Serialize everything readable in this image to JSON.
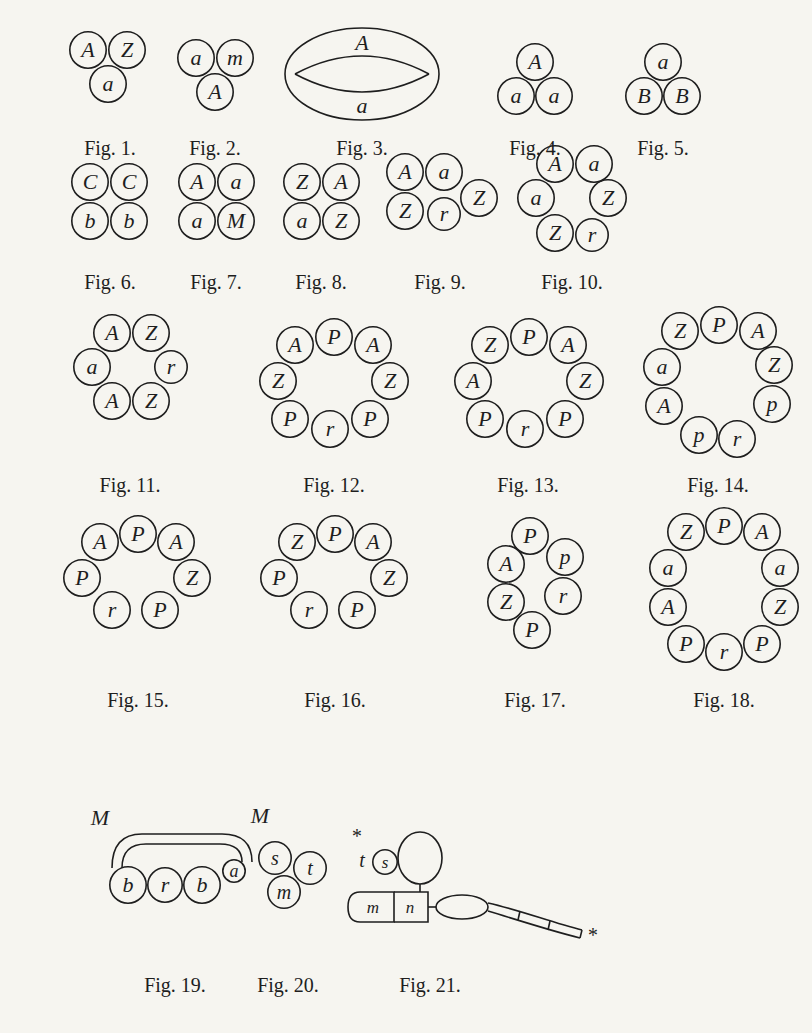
{
  "diagram": {
    "nodes": [
      {
        "text": [
          "A"
        ]
      },
      {
        "text": [
          "Z"
        ]
      },
      {
        "text": [
          "a"
        ]
      },
      {
        "text": [
          "a"
        ]
      },
      {
        "text": [
          "m"
        ]
      },
      {
        "text": [
          "A"
        ]
      },
      {
        "text": [
          "A"
        ]
      },
      {
        "text": [
          "a"
        ]
      },
      {
        "text": [
          "A"
        ]
      },
      {
        "text": [
          "a"
        ]
      },
      {
        "text": [
          "a"
        ]
      },
      {
        "text": [
          "a"
        ]
      },
      {
        "text": [
          "B"
        ]
      },
      {
        "text": [
          "B"
        ]
      },
      {
        "text": [
          "C"
        ]
      },
      {
        "text": [
          "C"
        ]
      },
      {
        "text": [
          "b"
        ]
      },
      {
        "text": [
          "b"
        ]
      },
      {
        "text": [
          "A"
        ]
      },
      {
        "text": [
          "a"
        ]
      },
      {
        "text": [
          "a"
        ]
      },
      {
        "text": [
          "M"
        ]
      },
      {
        "text": [
          "Z"
        ]
      },
      {
        "text": [
          "A"
        ]
      },
      {
        "text": [
          "a"
        ]
      },
      {
        "text": [
          "Z"
        ]
      },
      {
        "text": [
          "A"
        ]
      },
      {
        "text": [
          "a"
        ]
      },
      {
        "text": [
          "Z"
        ]
      },
      {
        "text": [
          "Z"
        ]
      },
      {
        "text": [
          "r"
        ]
      },
      {
        "text": [
          "A"
        ]
      },
      {
        "text": [
          "a"
        ]
      },
      {
        "text": [
          "a"
        ]
      },
      {
        "text": [
          "Z"
        ]
      },
      {
        "text": [
          "Z"
        ]
      },
      {
        "text": [
          "r"
        ]
      },
      {
        "text": [
          "A"
        ]
      },
      {
        "text": [
          "Z"
        ]
      },
      {
        "text": [
          "a"
        ]
      },
      {
        "text": [
          "r"
        ]
      },
      {
        "text": [
          "A"
        ]
      },
      {
        "text": [
          "Z"
        ]
      },
      {
        "text": [
          "A"
        ]
      },
      {
        "text": [
          "P"
        ]
      },
      {
        "text": [
          "A"
        ]
      },
      {
        "text": [
          "Z"
        ]
      },
      {
        "text": [
          "Z"
        ]
      },
      {
        "text": [
          "P"
        ]
      },
      {
        "text": [
          "r"
        ]
      },
      {
        "text": [
          "P"
        ]
      },
      {
        "text": [
          "Z"
        ]
      },
      {
        "text": [
          "P"
        ]
      },
      {
        "text": [
          "A"
        ]
      },
      {
        "text": [
          "A"
        ]
      },
      {
        "text": [
          "Z"
        ]
      },
      {
        "text": [
          "P"
        ]
      },
      {
        "text": [
          "r"
        ]
      },
      {
        "text": [
          "P"
        ]
      },
      {
        "text": [
          "Z"
        ]
      },
      {
        "text": [
          "P"
        ]
      },
      {
        "text": [
          "A"
        ]
      },
      {
        "text": [
          "a"
        ]
      },
      {
        "text": [
          "Z"
        ]
      },
      {
        "text": [
          "A"
        ]
      },
      {
        "text": [
          "p"
        ]
      },
      {
        "text": [
          "p"
        ]
      },
      {
        "text": [
          "r"
        ]
      },
      {
        "text": [
          "A"
        ]
      },
      {
        "text": [
          "P"
        ]
      },
      {
        "text": [
          "A"
        ]
      },
      {
        "text": [
          "P"
        ]
      },
      {
        "text": [
          "Z"
        ]
      },
      {
        "text": [
          "r"
        ]
      },
      {
        "text": [
          "P"
        ]
      },
      {
        "text": [
          "Z"
        ]
      },
      {
        "text": [
          "P"
        ]
      },
      {
        "text": [
          "A"
        ]
      },
      {
        "text": [
          "P"
        ]
      },
      {
        "text": [
          "Z"
        ]
      },
      {
        "text": [
          "r"
        ]
      },
      {
        "text": [
          "P"
        ]
      },
      {
        "text": [
          "P"
        ]
      },
      {
        "text": [
          "A"
        ]
      },
      {
        "text": [
          "p"
        ]
      },
      {
        "text": [
          "Z"
        ]
      },
      {
        "text": [
          "r"
        ]
      },
      {
        "text": [
          "P"
        ]
      },
      {
        "text": [
          "Z"
        ]
      },
      {
        "text": [
          "P"
        ]
      },
      {
        "text": [
          "A"
        ]
      },
      {
        "text": [
          "a"
        ]
      },
      {
        "text": [
          "a"
        ]
      },
      {
        "text": [
          "A"
        ]
      },
      {
        "text": [
          "Z"
        ]
      },
      {
        "text": [
          "P"
        ]
      },
      {
        "text": [
          "r"
        ]
      },
      {
        "text": [
          "P"
        ]
      },
      {
        "text": [
          "M",
          "M"
        ]
      },
      {
        "text": [
          "b"
        ]
      },
      {
        "text": [
          "r"
        ]
      },
      {
        "text": [
          "b"
        ]
      },
      {
        "text": [
          "a"
        ]
      },
      {
        "text": [
          "s"
        ]
      },
      {
        "text": [
          "t"
        ]
      },
      {
        "text": [
          "m"
        ]
      },
      {
        "text": [
          "s"
        ]
      },
      {
        "text": [
          "m"
        ]
      },
      {
        "text": [
          "n"
        ]
      }
    ],
    "labels": [
      "Fig. 1.",
      "Fig. 2.",
      "Fig. 3.",
      "Fig. 4.",
      "Fig. 5.",
      "Fig. 6.",
      "Fig. 7.",
      "Fig. 8.",
      "Fig. 9.",
      "Fig. 10.",
      "Fig. 11.",
      "Fig. 12.",
      "Fig. 13.",
      "Fig. 14.",
      "Fig. 15.",
      "Fig. 16.",
      "Fig. 17.",
      "Fig. 18.",
      "Fig. 19.",
      "Fig. 20.",
      "Fig. 21.",
      "*",
      "t",
      "*"
    ]
  }
}
